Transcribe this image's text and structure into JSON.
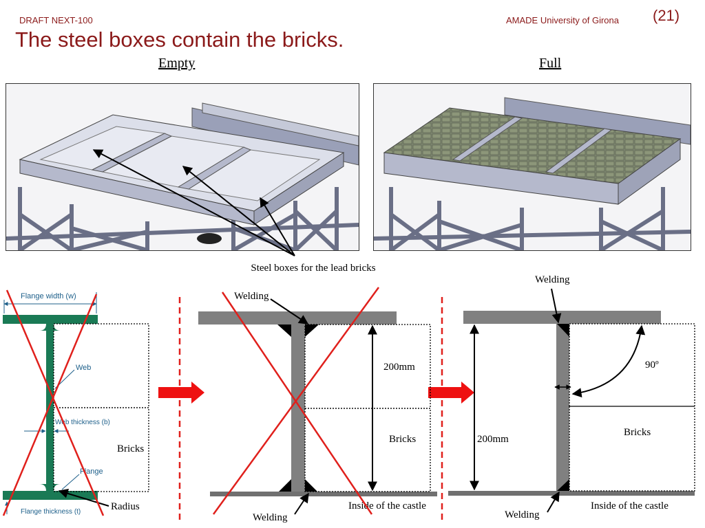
{
  "header": {
    "draft_label": "DRAFT NEXT-100",
    "institution": "AMADE University of Girona",
    "page_number": "(21)"
  },
  "title": "The steel boxes contain the bricks.",
  "renders": {
    "empty_caption": "Empty",
    "full_caption": "Full",
    "steel_boxes_label": "Steel boxes for the lead bricks"
  },
  "ibeam": {
    "flange_width": "Flange width (w)",
    "web": "Web",
    "web_thickness": "Web thickness (b)",
    "flange": "Flange",
    "flange_thickness": "Flange thickness (t)",
    "bricks": "Bricks",
    "radius": "Radius"
  },
  "middle_diagram": {
    "welding_top": "Welding",
    "dimension": "200mm",
    "bricks": "Bricks",
    "inside": "Inside of the castle",
    "welding_bottom": "Welding"
  },
  "right_diagram": {
    "welding_top": "Welding",
    "angle": "90º",
    "dimension": "200mm",
    "bricks": "Bricks",
    "inside": "Inside of the castle",
    "welding_bottom": "Welding"
  },
  "colors": {
    "title": "#8b1a1a",
    "cross": "#e0201c",
    "beam_green": "#1a7a55",
    "steel_gray": "#808080",
    "arrow_red": "#ee1111"
  }
}
